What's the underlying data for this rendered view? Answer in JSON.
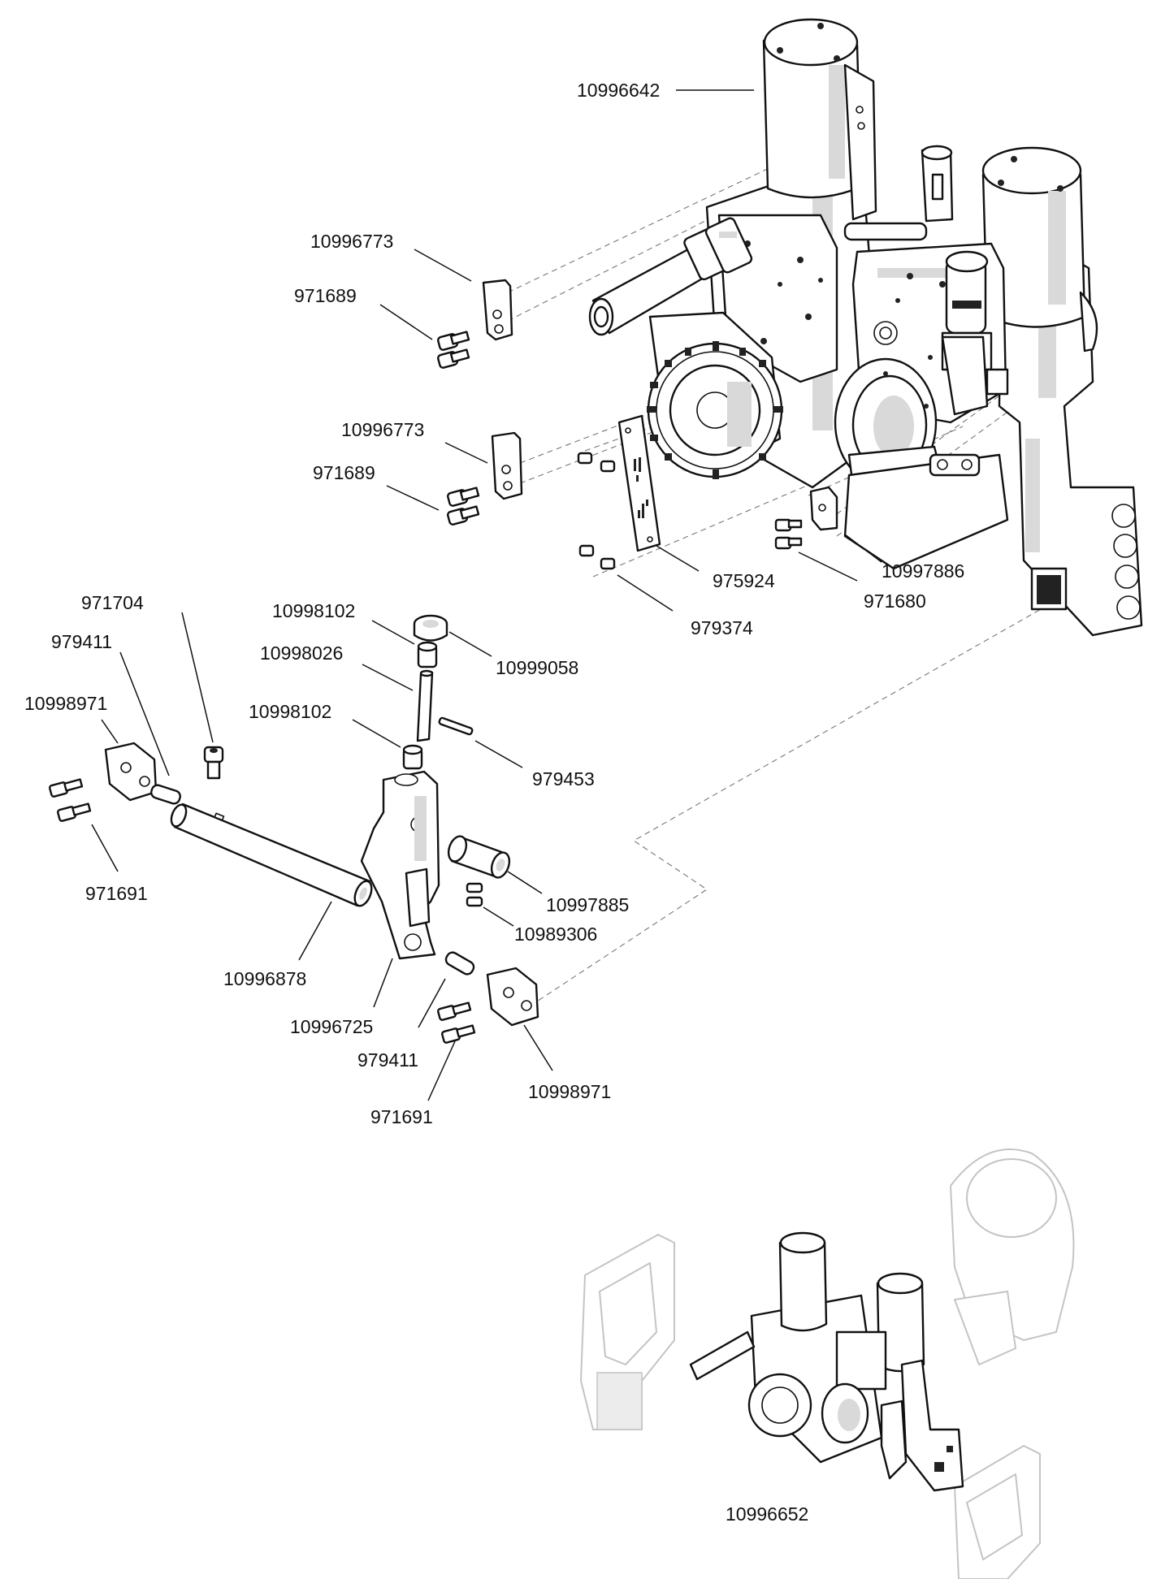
{
  "callouts": [
    {
      "id": "c1",
      "label": "10996642"
    },
    {
      "id": "c2",
      "label": "10996773"
    },
    {
      "id": "c3",
      "label": "971689"
    },
    {
      "id": "c4",
      "label": "10996773"
    },
    {
      "id": "c5",
      "label": "971689"
    },
    {
      "id": "c6",
      "label": "975924"
    },
    {
      "id": "c7",
      "label": "10997886"
    },
    {
      "id": "c8",
      "label": "971680"
    },
    {
      "id": "c9",
      "label": "979374"
    },
    {
      "id": "c10",
      "label": "971704"
    },
    {
      "id": "c11",
      "label": "979411"
    },
    {
      "id": "c12",
      "label": "10998971"
    },
    {
      "id": "c13",
      "label": "971691"
    },
    {
      "id": "c14",
      "label": "10998102"
    },
    {
      "id": "c15",
      "label": "10998026"
    },
    {
      "id": "c16",
      "label": "10998102"
    },
    {
      "id": "c17",
      "label": "10999058"
    },
    {
      "id": "c18",
      "label": "979453"
    },
    {
      "id": "c19",
      "label": "10997885"
    },
    {
      "id": "c20",
      "label": "10989306"
    },
    {
      "id": "c21",
      "label": "10996878"
    },
    {
      "id": "c22",
      "label": "10996725"
    },
    {
      "id": "c23",
      "label": "979411"
    },
    {
      "id": "c24",
      "label": "971691"
    },
    {
      "id": "c25",
      "label": "10998971"
    },
    {
      "id": "c26",
      "label": "10996652"
    }
  ]
}
